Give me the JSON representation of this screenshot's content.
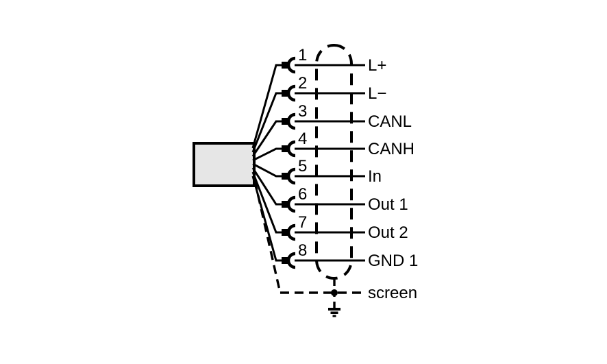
{
  "diagram": {
    "type": "connector-pinout-wiring-diagram",
    "colors": {
      "line": "#000000",
      "box_fill": "#e6e6e6",
      "background": "#ffffff"
    },
    "rows": [
      {
        "pin": "1",
        "label": "L+"
      },
      {
        "pin": "2",
        "label": "L−"
      },
      {
        "pin": "3",
        "label": "CANL"
      },
      {
        "pin": "4",
        "label": "CANH"
      },
      {
        "pin": "5",
        "label": "In"
      },
      {
        "pin": "6",
        "label": "Out 1"
      },
      {
        "pin": "7",
        "label": "Out 2"
      },
      {
        "pin": "8",
        "label": "GND 1"
      }
    ],
    "screen": {
      "label": "screen"
    },
    "icons": {
      "ground_symbol": "earth-ground-icon",
      "pin_contact": "socket-contact-icon",
      "cable_outline": "cable-jacket-dashed-oval"
    }
  }
}
